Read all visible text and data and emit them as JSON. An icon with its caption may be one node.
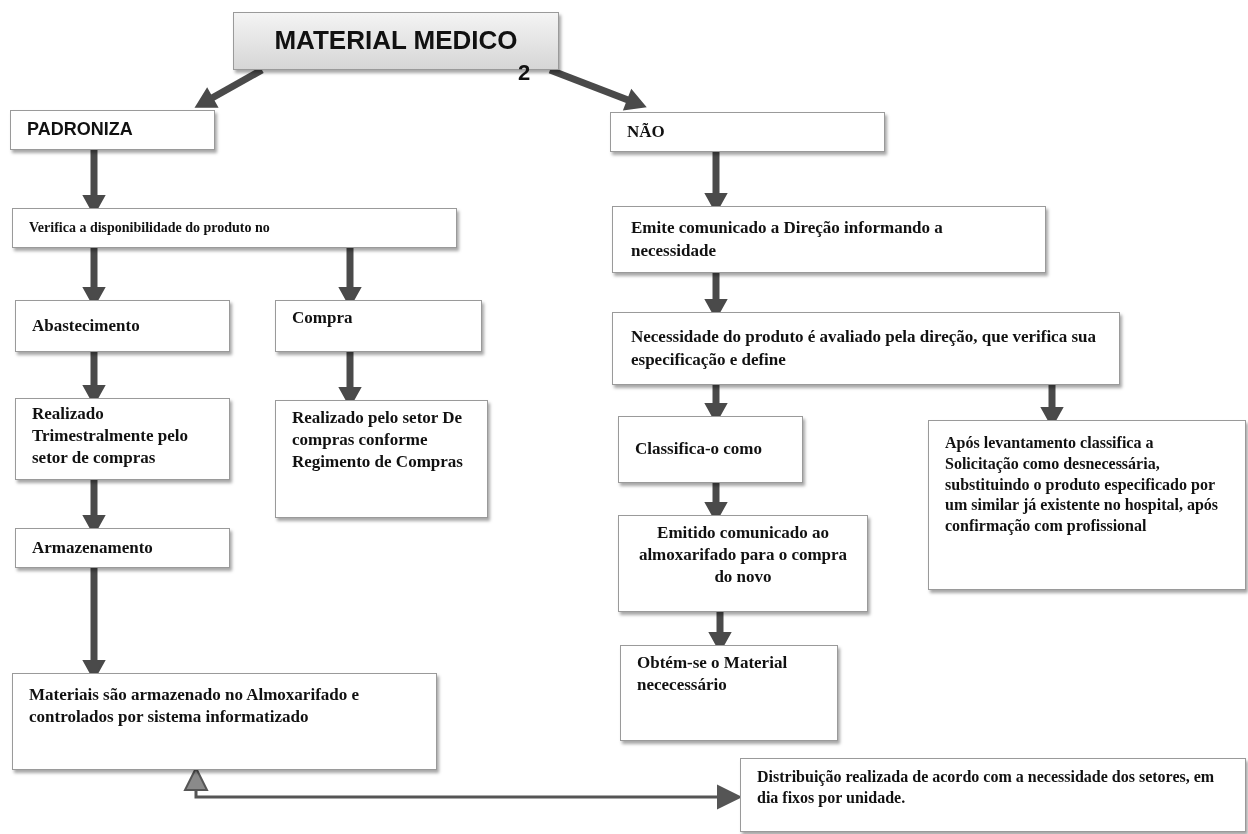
{
  "diagram": {
    "nodes": [
      {
        "text": [
          "MATERIAL MEDICO"
        ]
      },
      {
        "text": [
          "PADRONIZA"
        ]
      },
      {
        "text": [
          "NÃO"
        ]
      },
      {
        "text": [
          "Verifica a disponibilidade do produto no"
        ]
      },
      {
        "text": [
          "Emite comunicado a Direção informando a necessidade"
        ]
      },
      {
        "text": [
          "Abastecimento"
        ]
      },
      {
        "text": [
          "Compra"
        ]
      },
      {
        "text": [
          "Necessidade do produto é avaliado pela direção, que verifica sua especificação e define"
        ]
      },
      {
        "text": [
          "Realizado Trimestralmente pelo setor de compras"
        ]
      },
      {
        "text": [
          "Realizado pelo setor De compras conforme Regimento de Compras"
        ]
      },
      {
        "text": [
          "Classifica-o como"
        ]
      },
      {
        "text": [
          "Após levantamento classifica a Solicitação como desnecessária, substituindo o produto especificado por um similar já existente no hospital, após confirmação com profissional"
        ]
      },
      {
        "text": [
          "Armazenamento"
        ]
      },
      {
        "text": [
          "Emitido comunicado ao almoxarifado para o compra do novo"
        ]
      },
      {
        "text": [
          "Obtém-se o Material nececessário"
        ]
      },
      {
        "text": [
          "Materiais são armazenado no Almoxarifado e controlados por sistema informatizado"
        ]
      },
      {
        "text": [
          "Distribuição realizada de acordo com a necessidade dos setores, em dia fixos por unidade."
        ]
      }
    ],
    "edges": [
      {
        "from": 0,
        "to": 1,
        "arrow": "to"
      },
      {
        "from": 0,
        "to": 2,
        "arrow": "to"
      },
      {
        "from": 1,
        "to": 3,
        "arrow": "to"
      },
      {
        "from": 3,
        "to": 5,
        "arrow": "to"
      },
      {
        "from": 3,
        "to": 6,
        "arrow": "to"
      },
      {
        "from": 5,
        "to": 8,
        "arrow": "to"
      },
      {
        "from": 6,
        "to": 9,
        "arrow": "to"
      },
      {
        "from": 8,
        "to": 12,
        "arrow": "to"
      },
      {
        "from": 12,
        "to": 15,
        "arrow": "to"
      },
      {
        "from": 2,
        "to": 4,
        "arrow": "to"
      },
      {
        "from": 4,
        "to": 7,
        "arrow": "to"
      },
      {
        "from": 7,
        "to": 10,
        "arrow": "to"
      },
      {
        "from": 7,
        "to": 11,
        "arrow": "to"
      },
      {
        "from": 10,
        "to": 13,
        "arrow": "to"
      },
      {
        "from": 13,
        "to": 14,
        "arrow": "to"
      },
      {
        "from": 15,
        "to": 16,
        "arrow": "both"
      }
    ],
    "labels": [
      "2"
    ]
  }
}
